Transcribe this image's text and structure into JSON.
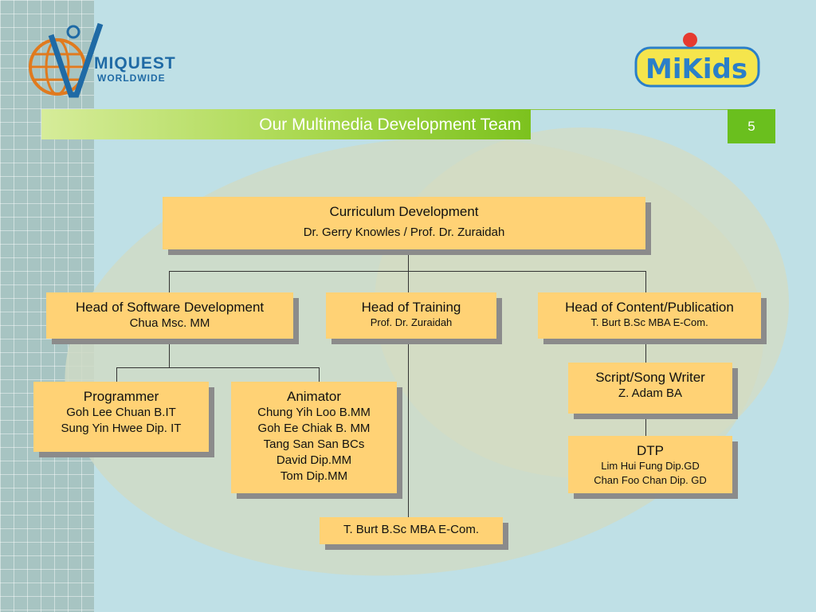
{
  "header": {
    "title": "Our Multimedia Development Team",
    "page_number": "5",
    "logo_left_line1": "MIQUEST",
    "logo_left_line2": "WORLDWIDE",
    "logo_right": "MiKids"
  },
  "org": {
    "curriculum": {
      "title": "Curriculum Development",
      "name": "Dr. Gerry Knowles / Prof. Dr. Zuraidah"
    },
    "software_head": {
      "title": "Head of Software Development",
      "name": "Chua Msc. MM"
    },
    "training_head": {
      "title": "Head of Training",
      "name": "Prof. Dr. Zuraidah"
    },
    "content_head": {
      "title": "Head of Content/Publication",
      "name": "T. Burt B.Sc MBA E-Com."
    },
    "programmer": {
      "title": "Programmer",
      "members": [
        "Goh Lee Chuan B.IT",
        "Sung Yin Hwee Dip. IT"
      ]
    },
    "animator": {
      "title": "Animator",
      "members": [
        "Chung Yih Loo B.MM",
        "Goh Ee Chiak B. MM",
        "Tang San San BCs",
        "David Dip.MM",
        "Tom Dip.MM"
      ]
    },
    "script_writer": {
      "title": "Script/Song Writer",
      "name": "Z. Adam BA"
    },
    "dtp": {
      "title": "DTP",
      "members": [
        "Lim Hui Fung Dip.GD",
        "Chan Foo Chan Dip. GD"
      ]
    },
    "trainer": {
      "name": "T. Burt B.Sc MBA E-Com."
    }
  },
  "colors": {
    "box": "#ffd275",
    "shadow": "#8b8b8b",
    "accent_green": "#6abf1e",
    "title_blue": "#1f6aa5"
  }
}
